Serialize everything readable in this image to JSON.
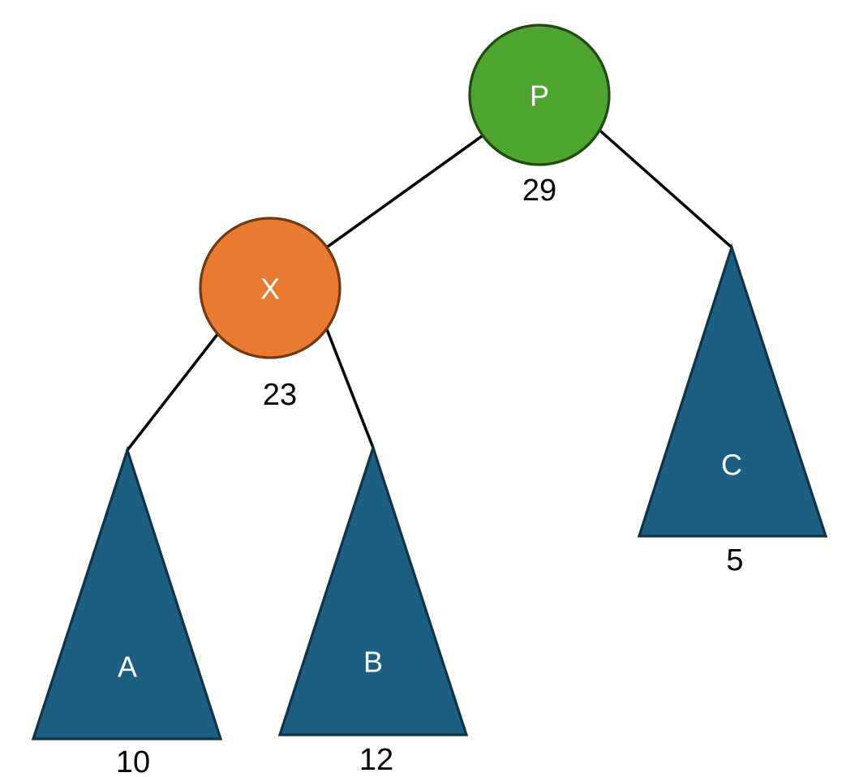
{
  "canvas": {
    "background": "#FFFFFF",
    "edge_color": "#000000",
    "value_text_color": "#000000"
  },
  "nodes": {
    "P": {
      "label": "P",
      "value": "29",
      "shape": "circle",
      "fill": "#4DA52F",
      "stroke": "#204A10",
      "label_color": "#FFFFFF"
    },
    "X": {
      "label": "X",
      "value": "23",
      "shape": "circle",
      "fill": "#E97A32",
      "stroke": "#6F3913",
      "label_color": "#FFFFFF"
    },
    "A": {
      "label": "A",
      "value": "10",
      "shape": "triangle",
      "fill": "#1D5F83",
      "stroke": "#0F3448",
      "label_color": "#FFFFFF"
    },
    "B": {
      "label": "B",
      "value": "12",
      "shape": "triangle",
      "fill": "#1D5F83",
      "stroke": "#0F3448",
      "label_color": "#FFFFFF"
    },
    "C": {
      "label": "C",
      "value": "5",
      "shape": "triangle",
      "fill": "#1D5F83",
      "stroke": "#0F3448",
      "label_color": "#FFFFFF"
    }
  },
  "edges": [
    {
      "from": "P",
      "to": "X"
    },
    {
      "from": "P",
      "to": "C"
    },
    {
      "from": "X",
      "to": "A"
    },
    {
      "from": "X",
      "to": "B"
    }
  ]
}
